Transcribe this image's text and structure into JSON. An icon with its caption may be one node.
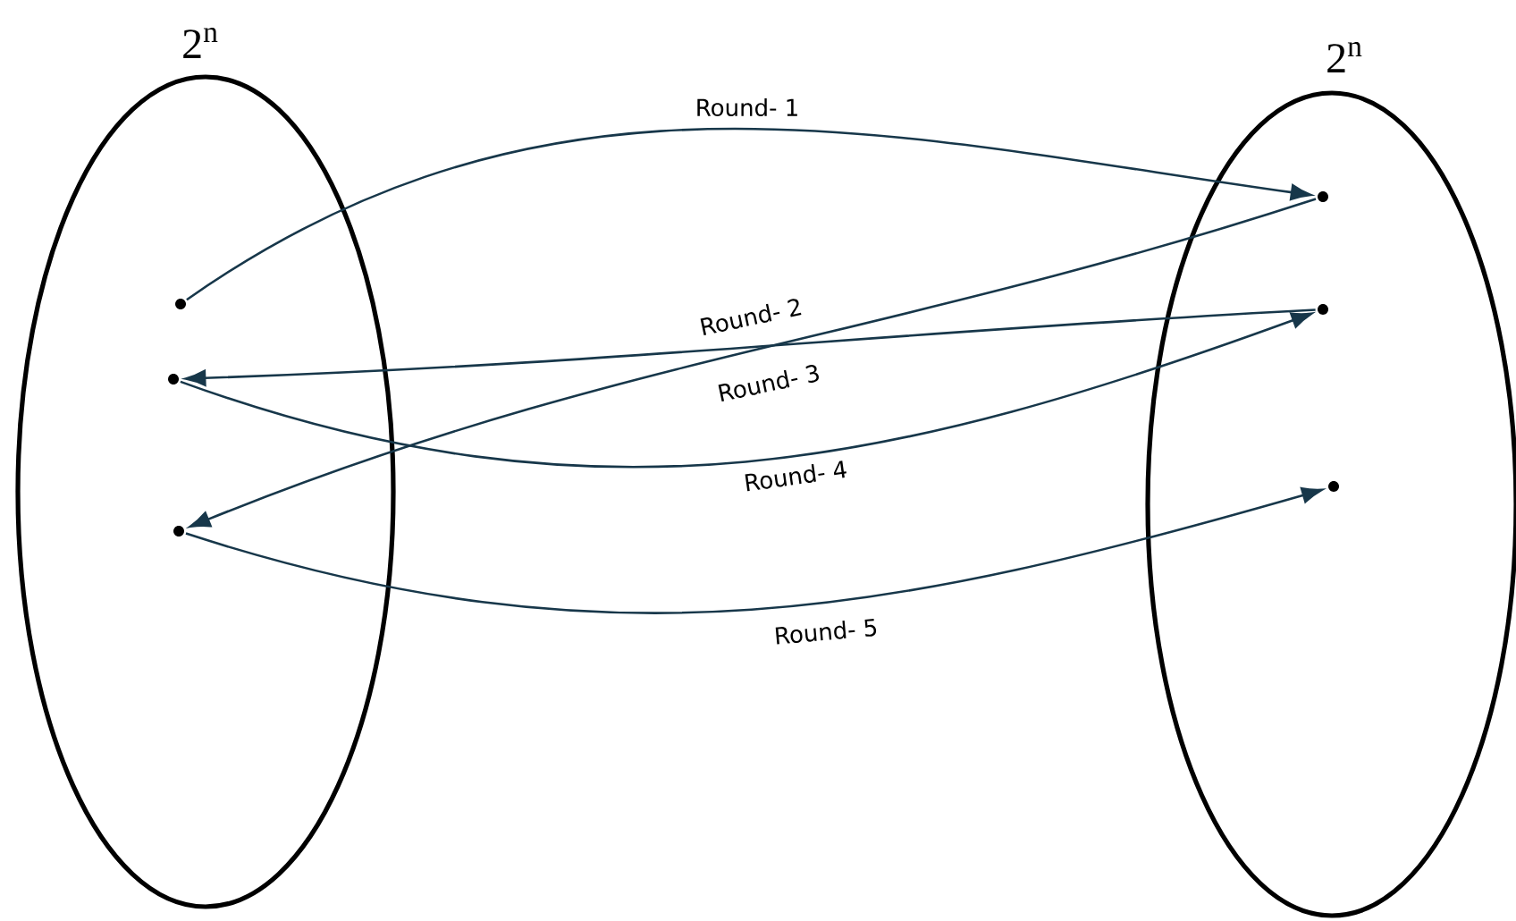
{
  "diagram": {
    "nodes": [
      {
        "text": [
          "2$^{n}$"
        ]
      },
      {
        "text": [],
        "shape": "circle",
        "in": 0
      },
      {
        "text": [],
        "shape": "circle",
        "in": 0
      },
      {
        "text": [],
        "shape": "circle",
        "in": 0
      },
      {
        "text": [
          "2$^{n}$"
        ]
      },
      {
        "text": [],
        "shape": "circle",
        "in": 4
      },
      {
        "text": [],
        "shape": "circle",
        "in": 4
      },
      {
        "text": [],
        "shape": "circle",
        "in": 4
      }
    ],
    "edges": [
      {
        "from": 1,
        "to": 5,
        "arrow": "to",
        "label": "Round- 1"
      },
      {
        "from": 5,
        "to": 3,
        "arrow": "to",
        "label": "Round- 2"
      },
      {
        "from": 6,
        "to": 2,
        "arrow": "to",
        "label": "Round- 3"
      },
      {
        "from": 2,
        "to": 6,
        "arrow": "to",
        "label": "Round- 4"
      },
      {
        "from": 3,
        "to": 7,
        "arrow": "to",
        "label": "Round- 5"
      }
    ]
  }
}
